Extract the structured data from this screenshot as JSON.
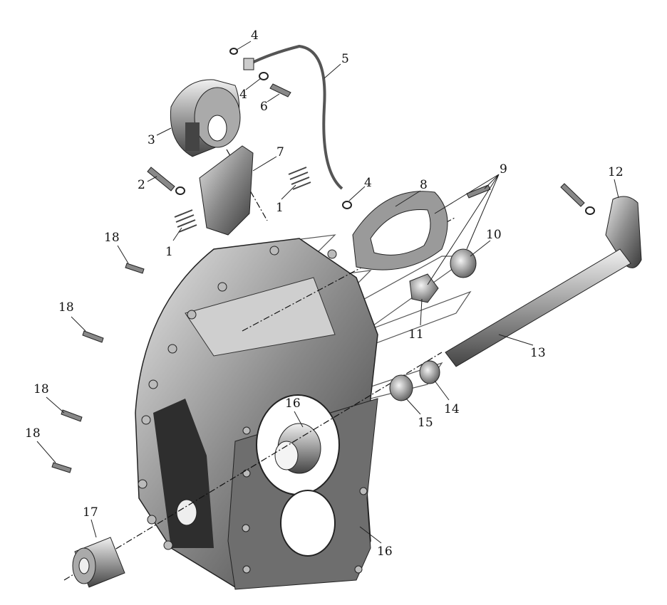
{
  "diagram": {
    "type": "exploded-parts-view",
    "callouts": [
      "4",
      "5",
      "4",
      "6",
      "3",
      "7",
      "2",
      "9",
      "4",
      "8",
      "1",
      "12",
      "18",
      "10",
      "1",
      "18",
      "11",
      "13",
      "18",
      "16",
      "14",
      "15",
      "18",
      "17",
      "16"
    ]
  },
  "colors": {
    "part_dark": "#3a3a3a",
    "part_mid": "#8a8a8a",
    "part_light": "#d8d8d8",
    "line": "#111111"
  }
}
